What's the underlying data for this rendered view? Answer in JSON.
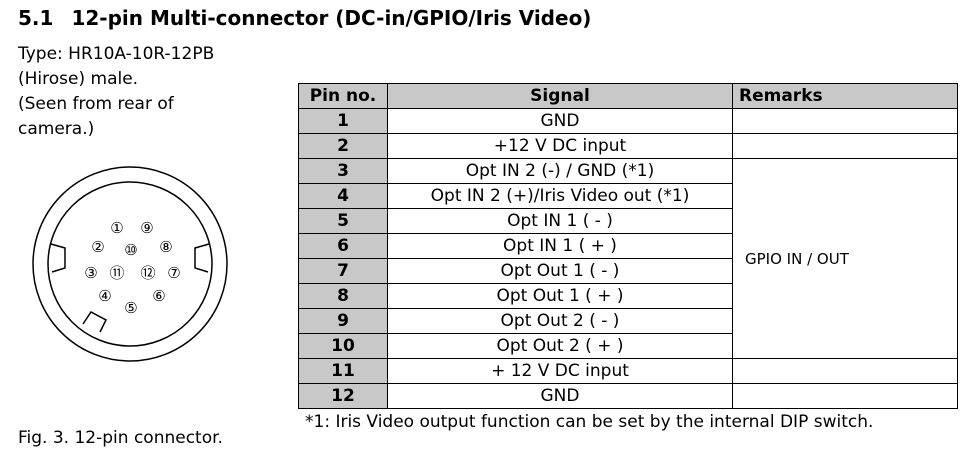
{
  "heading": {
    "number": "5.1",
    "title": "12-pin Multi-connector (DC-in/GPIO/Iris Video)"
  },
  "type_info": {
    "lines": [
      "Type: HR10A-10R-12PB",
      "(Hirose) male.",
      "(Seen from rear of",
      "camera.)"
    ]
  },
  "connector": {
    "pin_labels": [
      "①",
      "②",
      "③",
      "④",
      "⑤",
      "⑥",
      "⑦",
      "⑧",
      "⑨",
      "⑩",
      "⑪",
      "⑫"
    ]
  },
  "figure_caption": "Fig. 3. 12-pin connector.",
  "table": {
    "headers": [
      "Pin no.",
      "Signal",
      "Remarks"
    ],
    "rows": [
      {
        "pin": "1",
        "signal": "GND"
      },
      {
        "pin": "2",
        "signal": "+12 V DC input"
      },
      {
        "pin": "3",
        "signal": "Opt IN 2 (-) / GND (*1)"
      },
      {
        "pin": "4",
        "signal": "Opt IN 2 (+)/Iris Video out (*1)"
      },
      {
        "pin": "5",
        "signal": "Opt IN 1 ( - )"
      },
      {
        "pin": "6",
        "signal": "Opt IN 1 ( + )"
      },
      {
        "pin": "7",
        "signal": "Opt Out 1 ( - )"
      },
      {
        "pin": "8",
        "signal": "Opt Out 1 ( + )"
      },
      {
        "pin": "9",
        "signal": "Opt Out 2 ( - )"
      },
      {
        "pin": "10",
        "signal": "Opt Out 2 ( + )"
      },
      {
        "pin": "11",
        "signal": "+ 12 V DC input"
      },
      {
        "pin": "12",
        "signal": "GND"
      }
    ],
    "gpio_remark": "GPIO IN / OUT"
  },
  "footnote": "*1: Iris Video output function can be set by the internal DIP switch."
}
